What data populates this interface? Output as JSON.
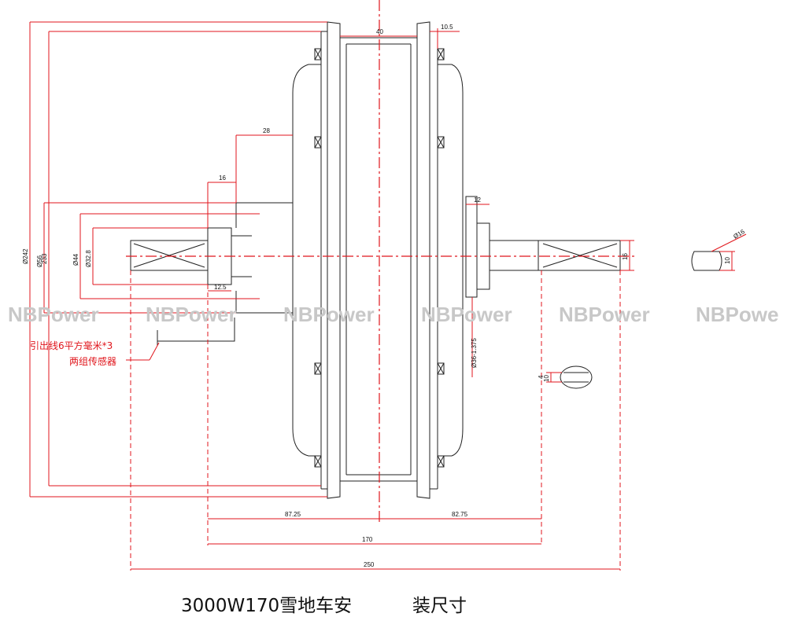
{
  "watermark": "NBPower",
  "watermark_last": "NBPowe",
  "caption": {
    "model": "3000W170雪地车安",
    "suffix": "装尺寸"
  },
  "note": {
    "line1": "引出线6平方毫米*3",
    "line2": "两组传感器"
  },
  "dimensions": {
    "d242": "Ø242",
    "d233": "233",
    "d56": "Ø56",
    "d44": "Ø44",
    "d32_8": "Ø32.8",
    "top_width": "40",
    "top_rim": "10.5",
    "hub_28": "28",
    "hub_16": "16",
    "stub_12_5": "12.5",
    "right_12": "12",
    "shaft_16": "16",
    "bearing": "Ø36-1.375",
    "left_87": "87.25",
    "right_82": "82.75",
    "span_170": "170",
    "span_250": "250",
    "flat_d16": "Ø16",
    "flat_10": "10",
    "key_10": "10",
    "key_4": "4"
  },
  "colors": {
    "outline": "#222222",
    "dimension": "#e0161c",
    "watermark": "#c8c8c8"
  }
}
